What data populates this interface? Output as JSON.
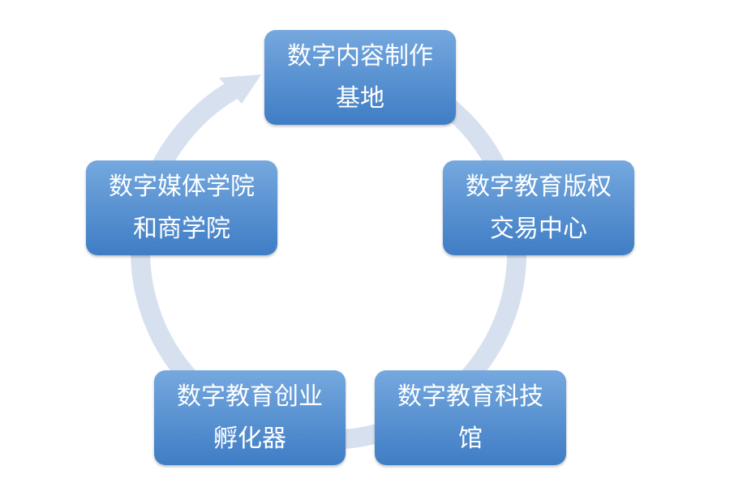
{
  "diagram": {
    "type": "cycle",
    "arc_color": "#d6e0ef",
    "box_color": "#4f8ccf",
    "nodes": [
      {
        "line1": "数字内容制作",
        "line2": "基地"
      },
      {
        "line1": "数字教育版权",
        "line2": "交易中心"
      },
      {
        "line1": "数字教育科技",
        "line2": "馆"
      },
      {
        "line1": "数字教育创业",
        "line2": "孵化器"
      },
      {
        "line1": "数字媒体学院",
        "line2": "和商学院"
      }
    ]
  }
}
